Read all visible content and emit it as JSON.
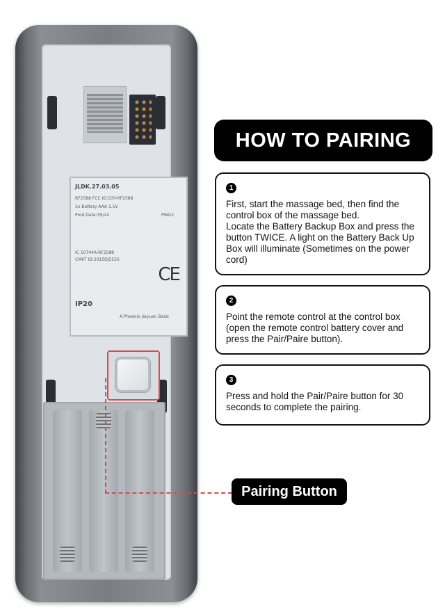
{
  "title": "HOW TO PAIRING",
  "steps": [
    {
      "number": "1",
      "text": "First, start the massage bed, then find the control box of the massage bed.\nLocate the Battery Backup Box and press the button TWICE. A light on the Battery Back Up Box will illuminate (Sometimes on the power cord)"
    },
    {
      "number": "2",
      "text": "Point the remote control at the control box (open the remote control battery cover and press the Pair/Paire button)."
    },
    {
      "number": "3",
      "text": "Press and hold the Pair/Paire button for 30 seconds to complete the pairing."
    }
  ],
  "callout": {
    "label": "Pairing Button"
  },
  "product_label": {
    "model": "JLDK.27.03.05",
    "line1": "RF2588 FCC ID:D3Y-RF2588",
    "line2": "3x Battery AAA 1.5V",
    "line3": "Prod.Date:35/24",
    "line3_right": "PWG2",
    "line4": "IC 10744A-RF2588",
    "line5": "CMIIT ID:2015DJ5526",
    "ce": "CE",
    "ip": "IP20",
    "footer": "A.Phoenix Jiayuan Basic"
  },
  "colors": {
    "accent_red": "#d64b4b",
    "badge_bg": "#000000",
    "badge_text": "#ffffff"
  },
  "icons": [
    "step-number-1-icon",
    "step-number-2-icon",
    "step-number-3-icon"
  ]
}
